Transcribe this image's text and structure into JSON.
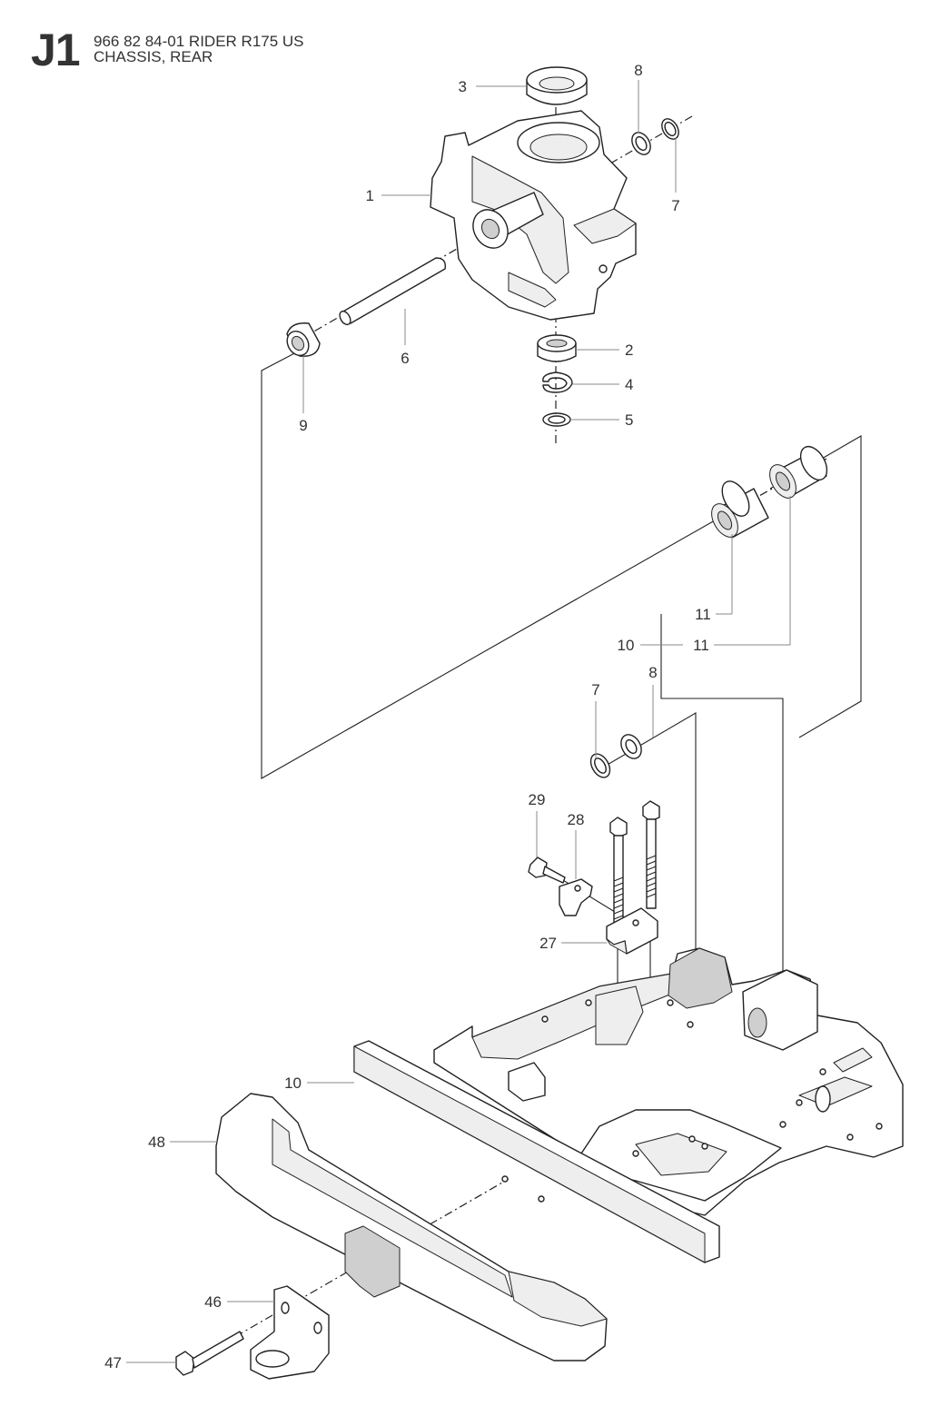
{
  "header": {
    "page_code": "J1",
    "line1": "966 82 84-01 RIDER R175 US",
    "line2": "CHASSIS, REAR"
  },
  "callouts": [
    {
      "id": "c1",
      "text": "1"
    },
    {
      "id": "c2",
      "text": "2"
    },
    {
      "id": "c3",
      "text": "3"
    },
    {
      "id": "c4",
      "text": "4"
    },
    {
      "id": "c5",
      "text": "5"
    },
    {
      "id": "c6",
      "text": "6"
    },
    {
      "id": "c7a",
      "text": "7"
    },
    {
      "id": "c8a",
      "text": "8"
    },
    {
      "id": "c9",
      "text": "9"
    },
    {
      "id": "c11a",
      "text": "11"
    },
    {
      "id": "c10a",
      "text": "10"
    },
    {
      "id": "c11b",
      "text": "11"
    },
    {
      "id": "c7b",
      "text": "7"
    },
    {
      "id": "c8b",
      "text": "8"
    },
    {
      "id": "c29",
      "text": "29"
    },
    {
      "id": "c28",
      "text": "28"
    },
    {
      "id": "c27",
      "text": "27"
    },
    {
      "id": "c10b",
      "text": "10"
    },
    {
      "id": "c48",
      "text": "48"
    },
    {
      "id": "c46",
      "text": "46"
    },
    {
      "id": "c47",
      "text": "47"
    }
  ]
}
